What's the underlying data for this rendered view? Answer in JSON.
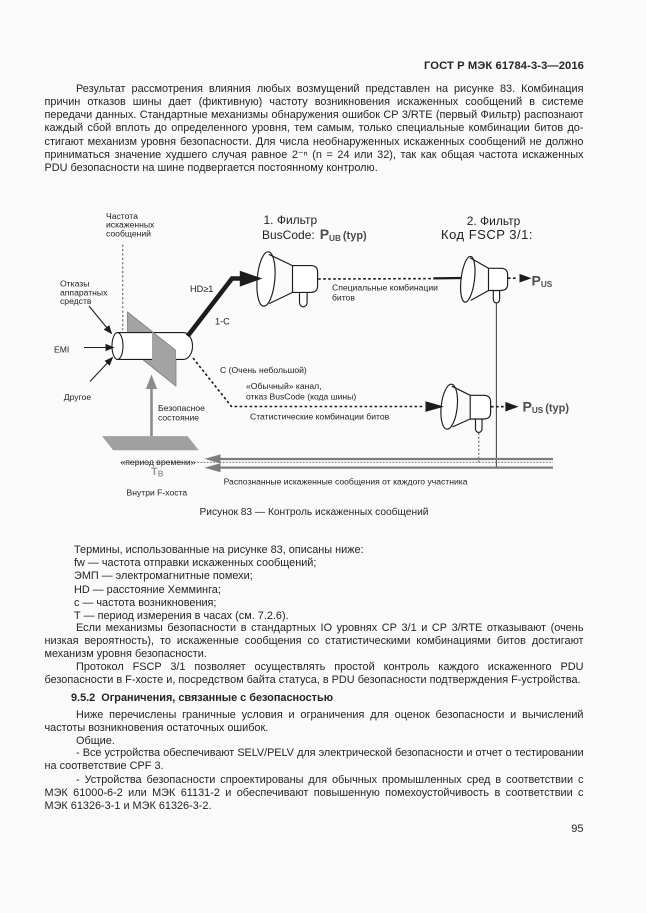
{
  "header": {
    "doc_number": "ГОСТ Р МЭК 61784-3-3—2016"
  },
  "body": {
    "p1_lines": [
      "Результат рассмотрения влияния любых возмущений представлен на рисунке 83. Комбинация",
      "причин отказов шины дает (фиктивную) частоту возникновения искаженных сообщений в системе",
      "передачи данных. Стандартные механизмы обнаружения ошибок СР 3/RTE (первый Фильтр) распознают",
      "каждый сбой вплоть до определенного уровня, тем самым, только специальные комбинации битов до-",
      "стигают механизм уровня безопасности. Для числа необнаруженных искаженных сообщений не должно",
      "приниматься значение худшего случая равное 2⁻ⁿ (n = 24 или 32), так как общая частота искаженных",
      "PDU безопасности на шине подвергается постоянному контролю."
    ],
    "terms_lines": [
      "Термины, использованные на рисунке 83, описаны ниже:",
      "fw — частота отправки искаженных сообщений;",
      "ЭМП — электромагнитные помехи;",
      "HD — расстояние Хемминга;",
      "с — частота возникновения;",
      "Т — период измерения в часах (см. 7.2.6)."
    ],
    "p2_lines": [
      "Если механизмы безопасности в стандартных IO уровнях СР 3/1 и СР 3/RTE отказывают (очень",
      "низкая вероятность), то искаженные сообщения со статистическими комбинациями битов достигают",
      "механизм уровня безопасности."
    ],
    "p3_lines": [
      "Протокол FSCP 3/1 позволяет осуществлять простой контроль каждого искаженного PDU",
      "безопасности в F-хосте и, посредством байта статуса, в PDU безопасности подтверждения F-устройства."
    ],
    "section_heading": {
      "number": "9.5.2",
      "title": "Ограничения, связанные с безопасностью"
    },
    "p4_lines": [
      "Ниже перечислены граничные условия и ограничения для оценок безопасности и вычислений",
      "частоты возникновения остаточных ошибок."
    ],
    "p5": "Общие.",
    "b1_lines": [
      "- Все устройства обеспечивают SELV/PELV для электрической безопасности и отчет о тестировании",
      "на соответствие CPF 3."
    ],
    "b2_lines": [
      "- Устройства безопасности спроектированы для обычных промышленных сред в соответствии с",
      "МЭК 61000-6-2 или МЭК 61131-2 и обеспечивают повышенную помехоустойчивость в соответствии с",
      "МЭК 61326-3-1 и МЭК 61326-3-2."
    ],
    "page_number": "95"
  },
  "figure": {
    "caption": "Рисунок 83 — Контроль искаженных сообщений",
    "labels": {
      "freq": [
        "Частота",
        "искаженных",
        "сообщений"
      ],
      "hw_failures": [
        "Отказы",
        "аппаратных",
        "средств"
      ],
      "emi": "EMI",
      "other": "Другое",
      "filter1_title": "1. Фильтр",
      "filter1_code_prefix": "BusCode:",
      "p_ub": {
        "symbol": "P",
        "sub": "UB",
        "suffix": "(typ)"
      },
      "filter2_title": "2. Фильтр",
      "filter2_code": "Код FSCP 3/1:",
      "hd": "HD≥1",
      "one_minus_c": "1-C",
      "c_small": "С (Очень небольшой)",
      "normal_channel": [
        "«Обычный» канал,",
        "отказ BusCode (кода шины)"
      ],
      "special_combinations": [
        "Специальные комбинации",
        "битов"
      ],
      "statistical_combinations": "Статистические комбинации битов",
      "p_us": {
        "symbol": "P",
        "sub": "US"
      },
      "p_us_typ": {
        "symbol": "P",
        "sub": "US",
        "suffix": "(typ)"
      },
      "safe_state": [
        "Безопасное",
        "состояние"
      ],
      "time_period": "«период времени»",
      "t_b": {
        "symbol": "Т",
        "sub": "В"
      },
      "inside_f_host": "Внутри F-хоста",
      "recognized_messages": "Распознанные искаженные сообщения от каждого участника"
    }
  }
}
